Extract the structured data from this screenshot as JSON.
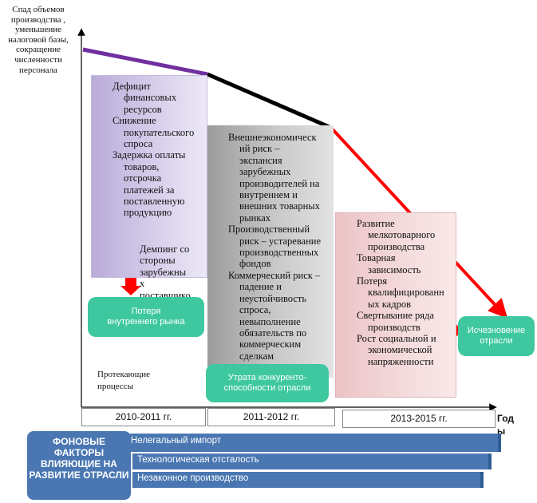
{
  "y_axis_label": "Спад объемов производства , уменьшение налоговой базы, сокращение численности персонала",
  "x_axis_label": "Год ы",
  "periods": [
    "2010-2011 гг.",
    "2011-2012 гг.",
    "2013-2015 гг."
  ],
  "processes_label": "Протекающие процессы",
  "box1": {
    "items": [
      "Дефицит\nфинансовых\nресурсов",
      "Снижение\nпокупательского\nспроса",
      "Задержка оплаты\nтоваров,\nотсрочка\nплатежей за\nпоставленную\nпродукцию"
    ],
    "extra": "Демпинг со\nстороны\nзарубежны\nх\nпоставщико\nв"
  },
  "box2": {
    "items": [
      "Внешнеэкономическ\nий риск –\nэкспансия\nзарубежных\nпроизводителей на\nвнутреннем и\nвнешних товарных\nрынках",
      "Производственный\nриск – устаревание\nпроизводственных\nфондов",
      "Коммерческий риск –\nпадение и\nнеустойчивость\nспроса,\nневыполнение\nобязательств по\nкоммерческим\nсделкам"
    ]
  },
  "box3": {
    "items": [
      "Развитие\nмелкотоварного\nпроизводства",
      "Товарная\nзависимость",
      "Потеря\nквалифицированн\nых кадров",
      "Свертывание ряда\nпроизводств",
      "Рост  социальной и\nэкономической\nнапряженности"
    ]
  },
  "outcomes": {
    "o1": "Потеря\nвнутреннего рынка",
    "o2": "Утрата  конкуренто-\nспособности отрасли",
    "o3": "Исчезновение\nотрасли"
  },
  "background": {
    "title": "ФОНОВЫЕ ФАКТОРЫ ВЛИЯЮЩИЕ НА РАЗВИТИЕ ОТРАСЛИ",
    "factors": [
      "Нелегальный импорт",
      "Технологическая отсталость",
      "Незаконное производство"
    ]
  },
  "colors": {
    "segment1": "#7030a0",
    "segment2": "#000000",
    "segment3": "#ff0000",
    "outcome": "#3fc8a0",
    "band": "#4a77b2"
  }
}
